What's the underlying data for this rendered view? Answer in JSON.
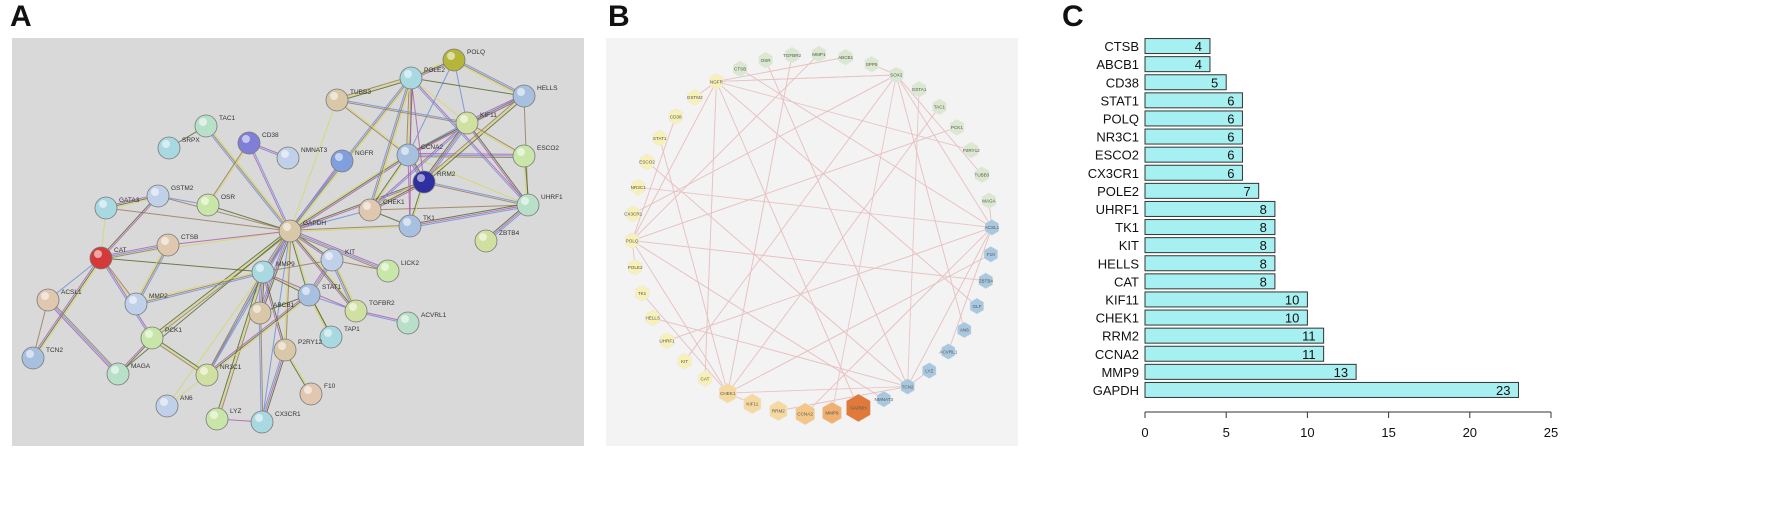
{
  "panels": {
    "a": {
      "letter": "A"
    },
    "b": {
      "letter": "B"
    },
    "c": {
      "letter": "C"
    }
  },
  "network_a": {
    "nodes": [
      "POLQ",
      "POLE2",
      "TUBB3",
      "HELLS",
      "KIF11",
      "TAC1",
      "CD38",
      "NMNAT3",
      "ESCO2",
      "SRPX",
      "NGFR",
      "CCNA2",
      "RRM2",
      "UHRF1",
      "CHEK1",
      "GSTM2",
      "OSR",
      "GATA3",
      "GAPDH",
      "TK1",
      "ZBTB4",
      "CAT",
      "CTSB",
      "KIT",
      "LICK2",
      "MMP9",
      "ABCB1",
      "STAT1",
      "TGFBR2",
      "ACVRL1",
      "ACSL1",
      "MMP2",
      "PCK1",
      "TAP1",
      "P2RY12",
      "TCN2",
      "NR3C1",
      "MAGA",
      "F10",
      "AN6",
      "LYZ",
      "CX3CR1"
    ],
    "node_colors": {
      "CAT": "#d43a3a",
      "RRM2": "#2f2f9f",
      "CD38": "#7f7fd8",
      "NGFR": "#7f9fdf",
      "POLQ": "#b5b53a"
    },
    "edge_colors": [
      "#d4d866",
      "#556b2f",
      "#b05fb0",
      "#6f8fd8",
      "#9b7d5a"
    ]
  },
  "network_b": {
    "nodes": [
      "NGFR",
      "CTSB",
      "OSR",
      "TGFBR2",
      "MMP1",
      "ABCB1",
      "SPP5",
      "SOX2",
      "GSTA1",
      "TAC1",
      "PCK1",
      "P2RY12",
      "TUBB3",
      "MAGA",
      "ACSL1",
      "F10",
      "ZBTB4",
      "GLF",
      "AN6",
      "ACVRL1",
      "LYZ",
      "TCN2",
      "NMNAT3",
      "GAPDH",
      "MMP9",
      "CCNA2",
      "RRM2",
      "KIF11",
      "CHEK1",
      "CAT",
      "KIT",
      "UHRF1",
      "HELLS",
      "TK1",
      "POLE2",
      "POLQ",
      "CX3CR1",
      "NR3C1",
      "ESCO2",
      "STAT1",
      "CD38",
      "GSTM2"
    ],
    "node_colors": {
      "GAPDH": "#e07a3a",
      "MMP9": "#f0b070",
      "CCNA2": "#f4c788",
      "high": "#f6d9a0",
      "mid": "#f7f0b8",
      "low": "#dbe8d0",
      "cool": "#a8c8e0"
    },
    "edge_color": "#e8c0c0"
  },
  "chart_data": {
    "type": "bar",
    "orientation": "horizontal",
    "categories": [
      "CTSB",
      "ABCB1",
      "CD38",
      "STAT1",
      "POLQ",
      "NR3C1",
      "ESCO2",
      "CX3CR1",
      "POLE2",
      "UHRF1",
      "TK1",
      "KIT",
      "HELLS",
      "CAT",
      "KIF11",
      "CHEK1",
      "RRM2",
      "CCNA2",
      "MMP9",
      "GAPDH"
    ],
    "values": [
      4,
      4,
      5,
      6,
      6,
      6,
      6,
      6,
      7,
      8,
      8,
      8,
      8,
      8,
      10,
      10,
      11,
      11,
      13,
      23
    ],
    "xlim": [
      0,
      25
    ],
    "xticks": [
      0,
      5,
      10,
      15,
      20,
      25
    ],
    "bar_color": "#a6f0f2",
    "bar_border": "#333333",
    "grid": false
  }
}
